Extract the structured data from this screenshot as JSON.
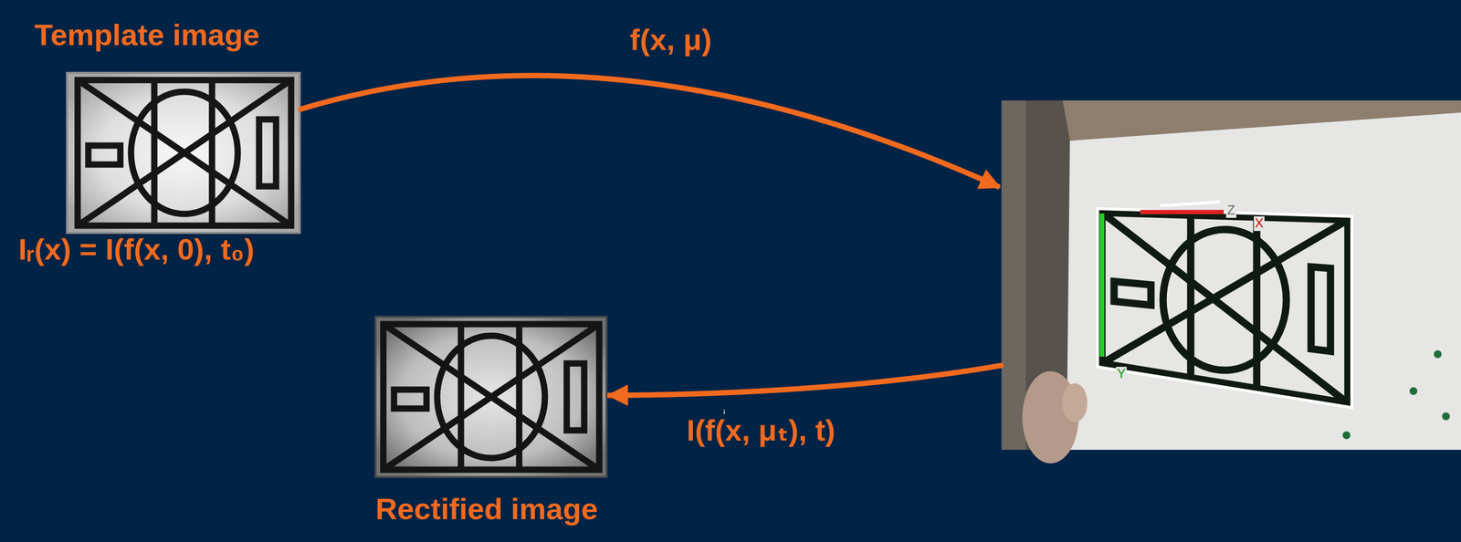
{
  "diagram": {
    "nodes": [
      {
        "text": [
          "Template image",
          "Iᵣ(x) = I(f(x, 0), t₀)"
        ]
      },
      {
        "text": [
          "Rectified image"
        ]
      },
      {
        "text": [
          "Z",
          "X",
          "Y"
        ]
      }
    ],
    "edges": [
      {
        "from": 0,
        "to": 2,
        "label": "f(x, μ)",
        "arrow": "to"
      },
      {
        "from": 2,
        "to": 1,
        "label": "I(f(x, μₜ), t)",
        "arrow": "to"
      }
    ],
    "labels": [
      "i"
    ]
  }
}
